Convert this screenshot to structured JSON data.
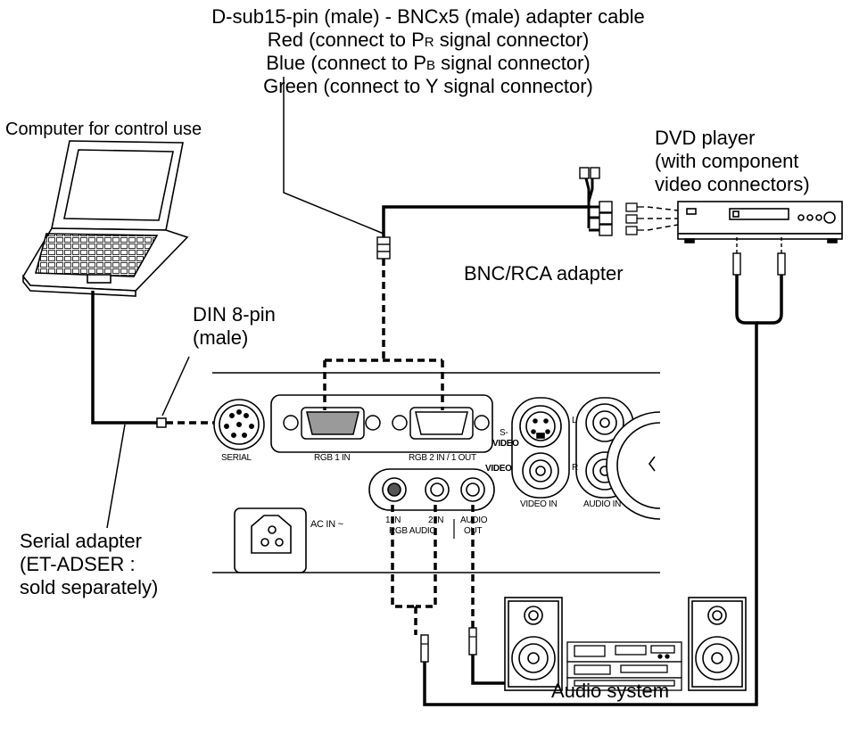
{
  "labels": {
    "cable_line1": "D-sub15-pin (male) - BNCx5 (male) adapter cable",
    "cable_red": "Red (connect to P",
    "cable_red_sub": "R",
    "cable_red_tail": " signal connector)",
    "cable_blue": "Blue (connect to P",
    "cable_blue_sub": "B",
    "cable_blue_tail": " signal connector)",
    "cable_green": "Green (connect to Y signal connector)",
    "computer": "Computer for control use",
    "dvd_line1": "DVD player",
    "dvd_line2": "(with component",
    "dvd_line3": "video connectors)",
    "bnc_rca": "BNC/RCA adapter",
    "din_line1": "DIN 8-pin",
    "din_line2": "(male)",
    "serial_adapter_line1": "Serial adapter",
    "serial_adapter_line2": "(ET-ADSER :",
    "serial_adapter_line3": "sold separately)",
    "audio_system": "Audio system"
  },
  "panel": {
    "serial": "SERIAL",
    "rgb1in": "RGB 1 IN",
    "rgb2in": "RGB 2 IN / 1 OUT",
    "s_video_1": "S-",
    "s_video_2": "VIDEO",
    "video": "VIDEO",
    "video_in": "VIDEO IN",
    "audio_in": "AUDIO IN",
    "l": "L",
    "r": "R",
    "ac_in": "AC IN ~",
    "in1": "1 IN",
    "in2": "2 IN",
    "rgb_audio": "RGB AUDIO",
    "audio_out_1": "AUDIO",
    "audio_out_2": "OUT"
  },
  "colors": {
    "line": "#000000",
    "panel_fill": "#ffffff",
    "connector_shade": "#9a9a9a"
  }
}
